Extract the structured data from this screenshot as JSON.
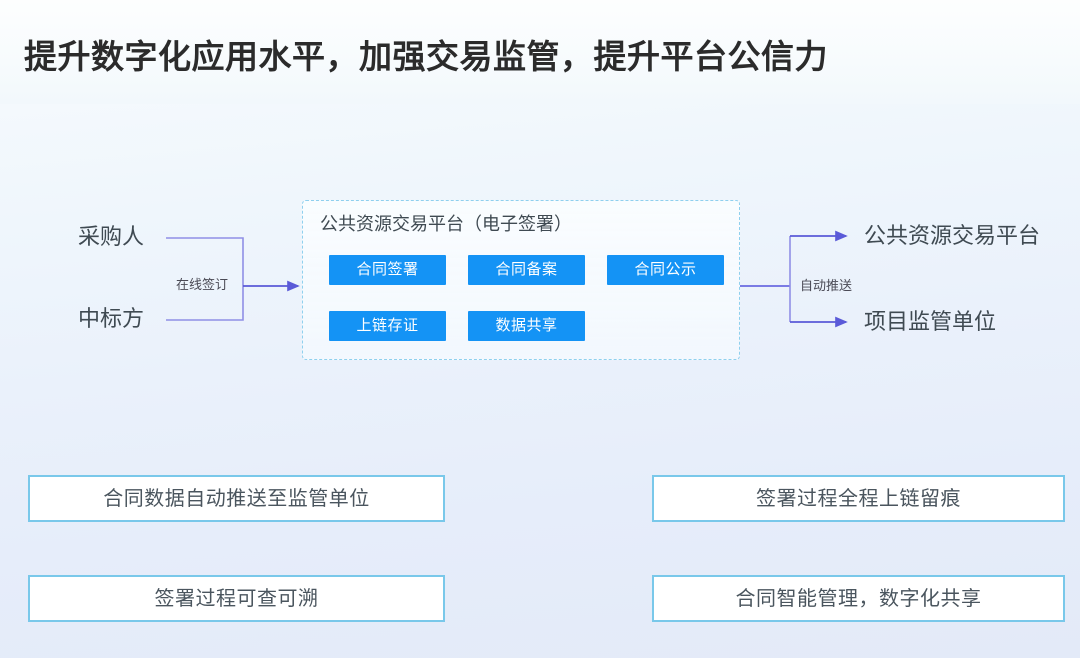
{
  "slide": {
    "title": "提升数字化应用水平，加强交易监管，提升平台公信力",
    "background_top": "#fbfdff",
    "background_bottom": "#e3eaf8"
  },
  "diagram": {
    "inputs": [
      {
        "label": "采购人"
      },
      {
        "label": "中标方"
      }
    ],
    "input_connector_label": "在线签订",
    "panel": {
      "title": "公共资源交易平台（电子签署）",
      "border_color": "#8fd0ee",
      "chips": [
        {
          "label": "合同签署",
          "row": 1,
          "col": 1
        },
        {
          "label": "合同备案",
          "row": 1,
          "col": 2
        },
        {
          "label": "合同公示",
          "row": 1,
          "col": 3
        },
        {
          "label": "上链存证",
          "row": 2,
          "col": 1
        },
        {
          "label": "数据共享",
          "row": 2,
          "col": 2
        }
      ],
      "chip_color": "#1493f5",
      "chip_text_color": "#ffffff"
    },
    "output_connector_label": "自动推送",
    "outputs": [
      {
        "label": "公共资源交易平台"
      },
      {
        "label": "项目监管单位"
      }
    ],
    "connector_color": "#6a6ae0"
  },
  "features": [
    {
      "label": "合同数据自动推送至监管单位",
      "side": "left",
      "row": 1
    },
    {
      "label": "签署过程全程上链留痕",
      "side": "right",
      "row": 1
    },
    {
      "label": "签署过程可查可溯",
      "side": "left",
      "row": 2
    },
    {
      "label": "合同智能管理，数字化共享",
      "side": "right",
      "row": 2
    }
  ],
  "feature_border_color": "#79c8ea"
}
